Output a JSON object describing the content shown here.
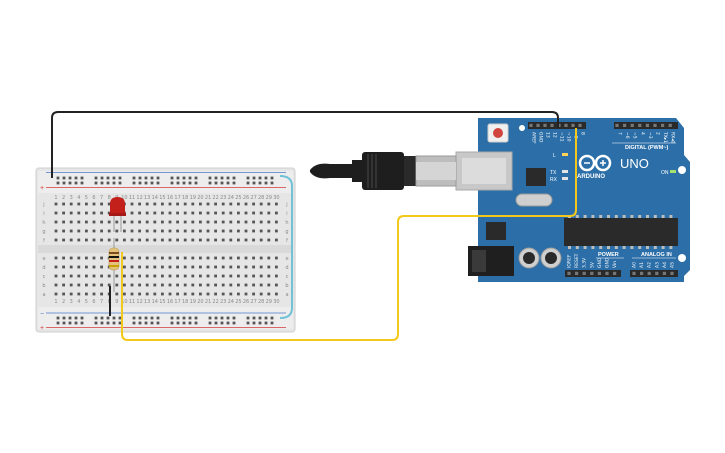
{
  "arduino": {
    "model": "UNO",
    "brand": "ARDUINO",
    "digital_header": "DIGITAL (PWM~)",
    "power_header": "POWER",
    "analog_header": "ANALOG IN",
    "led_labels": {
      "l": "L",
      "tx": "TX",
      "rx": "RX",
      "on": "ON"
    },
    "top_pins": [
      "AREF",
      "GND",
      "13",
      "12",
      "~11",
      "~10",
      "~9",
      "8",
      "7",
      "~6",
      "~5",
      "4",
      "~3",
      "2",
      "TX▸1",
      "RX◂0"
    ],
    "power_pins": [
      "IOREF",
      "RESET",
      "3.3V",
      "5V",
      "GND",
      "GND",
      "Vin"
    ],
    "analog_pins": [
      "A0",
      "A1",
      "A2",
      "A3",
      "A4",
      "A5"
    ]
  },
  "breadboard": {
    "row_letters_top": [
      "j",
      "i",
      "h",
      "g",
      "f"
    ],
    "row_letters_bottom": [
      "e",
      "d",
      "c",
      "b",
      "a"
    ],
    "column_numbers": [
      "1",
      "2",
      "3",
      "4",
      "5",
      "6",
      "7",
      "8",
      "9",
      "10",
      "11",
      "12",
      "13",
      "14",
      "15",
      "16",
      "17",
      "18",
      "19",
      "20",
      "21",
      "22",
      "23",
      "24",
      "25",
      "26",
      "27",
      "28",
      "29",
      "30"
    ],
    "rail_plus": "+",
    "rail_minus": "−"
  },
  "colors": {
    "board": "#2c6fa8",
    "board_dark": "#1f5585",
    "wire_black": "#222222",
    "wire_yellow": "#f2c81a",
    "wire_cyan": "#6fc2d8",
    "led_red": "#c4201b",
    "rail_red": "#d33a3a",
    "rail_blue": "#4a78c8"
  }
}
